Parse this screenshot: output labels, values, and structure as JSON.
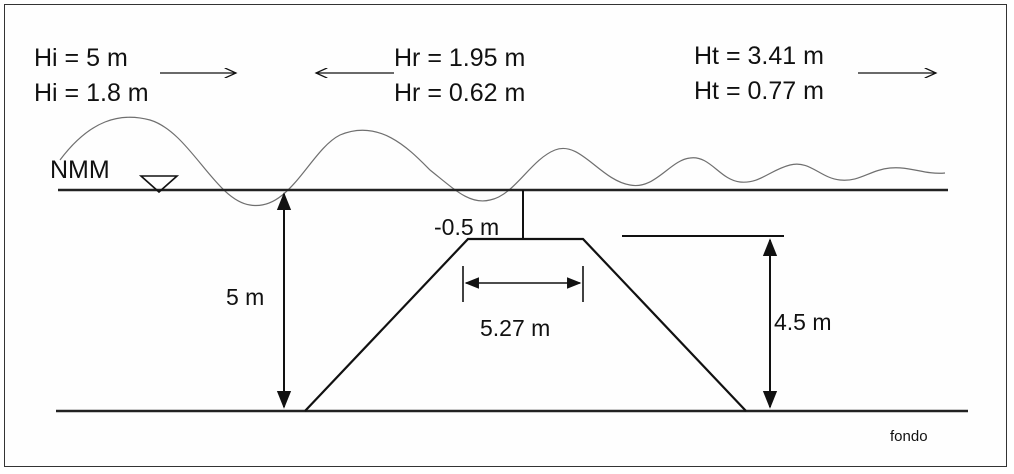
{
  "incident": {
    "line1": "Hi = 5 m",
    "line2": "Hi = 1.8 m"
  },
  "reflected": {
    "line1": "Hr = 1.95 m",
    "line2": "Hr = 0.62 m"
  },
  "transmitted": {
    "line1": "Ht = 3.41 m",
    "line2": "Ht = 0.77 m"
  },
  "sea_level_label": "NMM",
  "crest_depth_label": "-0.5 m",
  "crest_width_label": "5.27 m",
  "water_depth_label": "5 m",
  "structure_height_label": "4.5 m",
  "bottom_label": "fondo"
}
